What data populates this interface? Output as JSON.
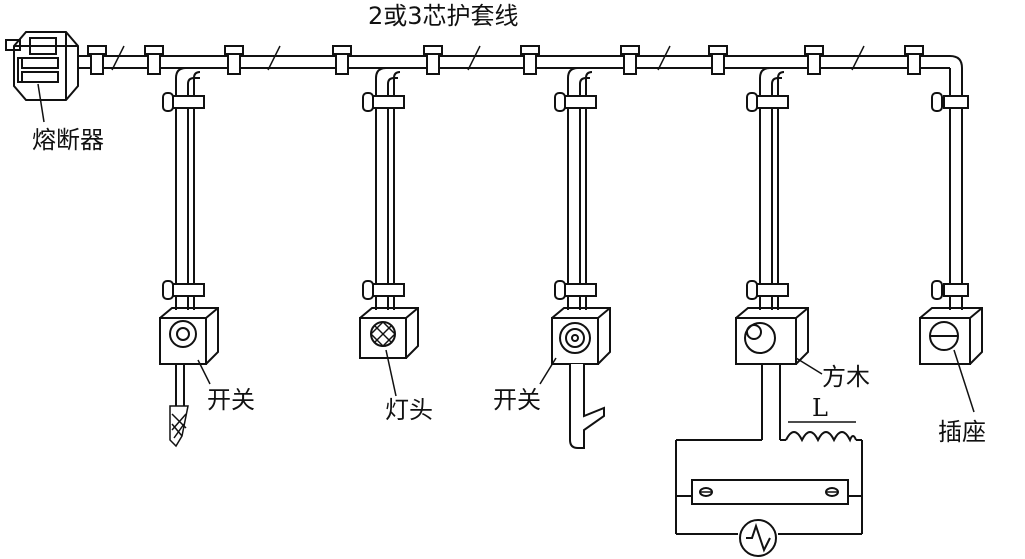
{
  "title": "2或3芯护套线",
  "labels": {
    "fuse": "熔断器",
    "switch_1": "开关",
    "lamp_holder": "灯头",
    "switch_2": "开关",
    "wood_block": "方木",
    "inductor": "L",
    "socket": "插座"
  }
}
